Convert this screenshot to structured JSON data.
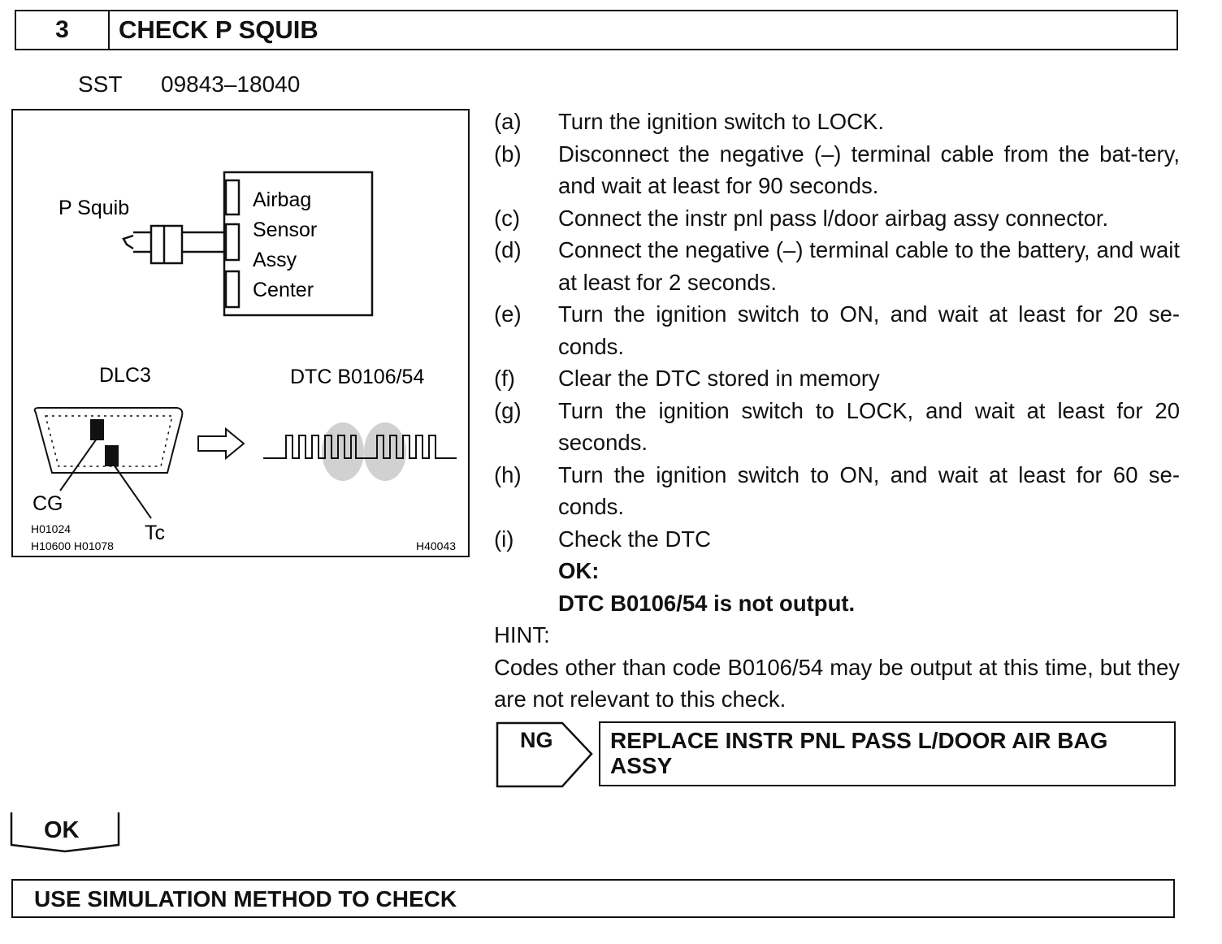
{
  "step": {
    "number": "3",
    "title": "CHECK P SQUIB"
  },
  "sst": {
    "label": "SST",
    "number": "09843–18040"
  },
  "figure": {
    "p_squib_label": "P Squib",
    "ecu_labels": [
      "Airbag",
      "Sensor",
      "Assy",
      "Center"
    ],
    "dlc3_label": "DLC3",
    "dtc_label": "DTC B0106/54",
    "cg_label": "CG",
    "tc_label": "Tc",
    "ref_codes": [
      "H01024",
      "H10600 H01078"
    ],
    "figure_id": "H40043"
  },
  "procedure": [
    {
      "letter": "(a)",
      "text": "Turn the ignition switch to LOCK."
    },
    {
      "letter": "(b)",
      "text": "Disconnect the negative (–) terminal cable from the bat-tery, and wait at least for 90 seconds."
    },
    {
      "letter": "(c)",
      "text": "Connect the instr pnl pass l/door airbag assy connector."
    },
    {
      "letter": "(d)",
      "text": "Connect the negative (–) terminal cable to the battery, and wait at least for 2 seconds."
    },
    {
      "letter": "(e)",
      "text": "Turn the ignition switch to ON, and wait at least for 20 se-conds."
    },
    {
      "letter": "(f)",
      "text": "Clear the DTC stored in memory"
    },
    {
      "letter": "(g)",
      "text": "Turn the ignition switch to LOCK, and wait at least for 20 seconds."
    },
    {
      "letter": "(h)",
      "text": "Turn the ignition switch to ON, and wait at least for 60 se-conds."
    },
    {
      "letter": "(i)",
      "text": "Check the DTC"
    }
  ],
  "ok_result": {
    "label": "OK:",
    "text": "DTC B0106/54 is not output."
  },
  "hint": {
    "title": "HINT:",
    "text": "Codes other than code B0106/54 may be output at this time, but they are not relevant to this check."
  },
  "ng_branch": {
    "label": "NG",
    "action": "REPLACE INSTR PNL PASS L/DOOR AIR BAG ASSY"
  },
  "ok_branch": {
    "label": "OK"
  },
  "next_step": {
    "text": "USE SIMULATION METHOD TO CHECK"
  }
}
